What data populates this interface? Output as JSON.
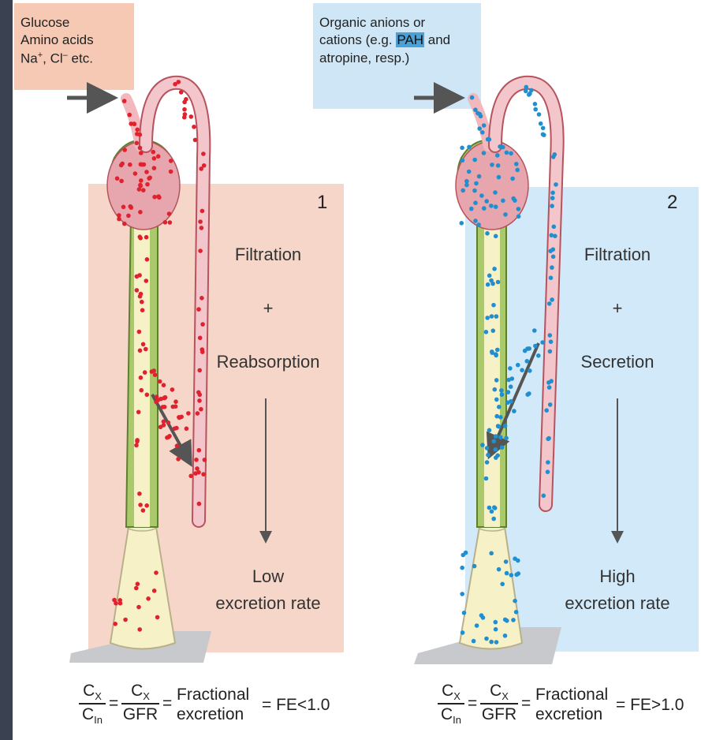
{
  "left_box": {
    "line1": "Glucose",
    "line2": "Amino acids",
    "line3_a": "Na",
    "line3_sup1": "+",
    "line3_b": ", Cl",
    "line3_sup2": "–",
    "line3_c": " etc."
  },
  "right_box": {
    "line1": "Organic anions or",
    "line2_a": "cations (e.g. ",
    "line2_highlight": "PAH",
    "line2_b": " and",
    "line3": "atropine, resp.)"
  },
  "panel1": {
    "number": "1",
    "step1": "Filtration",
    "plus": "+",
    "step2": "Reabsorption",
    "result_line1": "Low",
    "result_line2": "excretion rate"
  },
  "panel2": {
    "number": "2",
    "step1": "Filtration",
    "plus": "+",
    "step2": "Secretion",
    "result_line1": "High",
    "result_line2": "excretion rate"
  },
  "formula1": {
    "cx1": "C",
    "cx1_sub": "X",
    "cin": "C",
    "cin_sub": "In",
    "cx2": "C",
    "cx2_sub": "X",
    "gfr": "GFR",
    "eq": "=",
    "frac_a": "Fractional",
    "frac_b": "excretion",
    "result": "= FE<1.0"
  },
  "formula2": {
    "cx1": "C",
    "cx1_sub": "X",
    "cin": "C",
    "cin_sub": "In",
    "cx2": "C",
    "cx2_sub": "X",
    "gfr": "GFR",
    "eq": "=",
    "frac_a": "Fractional",
    "frac_b": "excretion",
    "result": "= FE>1.0"
  },
  "colors": {
    "left_panel": "#f6d6c8",
    "right_panel": "#d2e9f9",
    "reabsorbed_dot": "#e0222e",
    "secreted_dot": "#1f8fd0",
    "tubule_green": "#a9c96a",
    "vessel_pink": "#f2b8bd"
  }
}
